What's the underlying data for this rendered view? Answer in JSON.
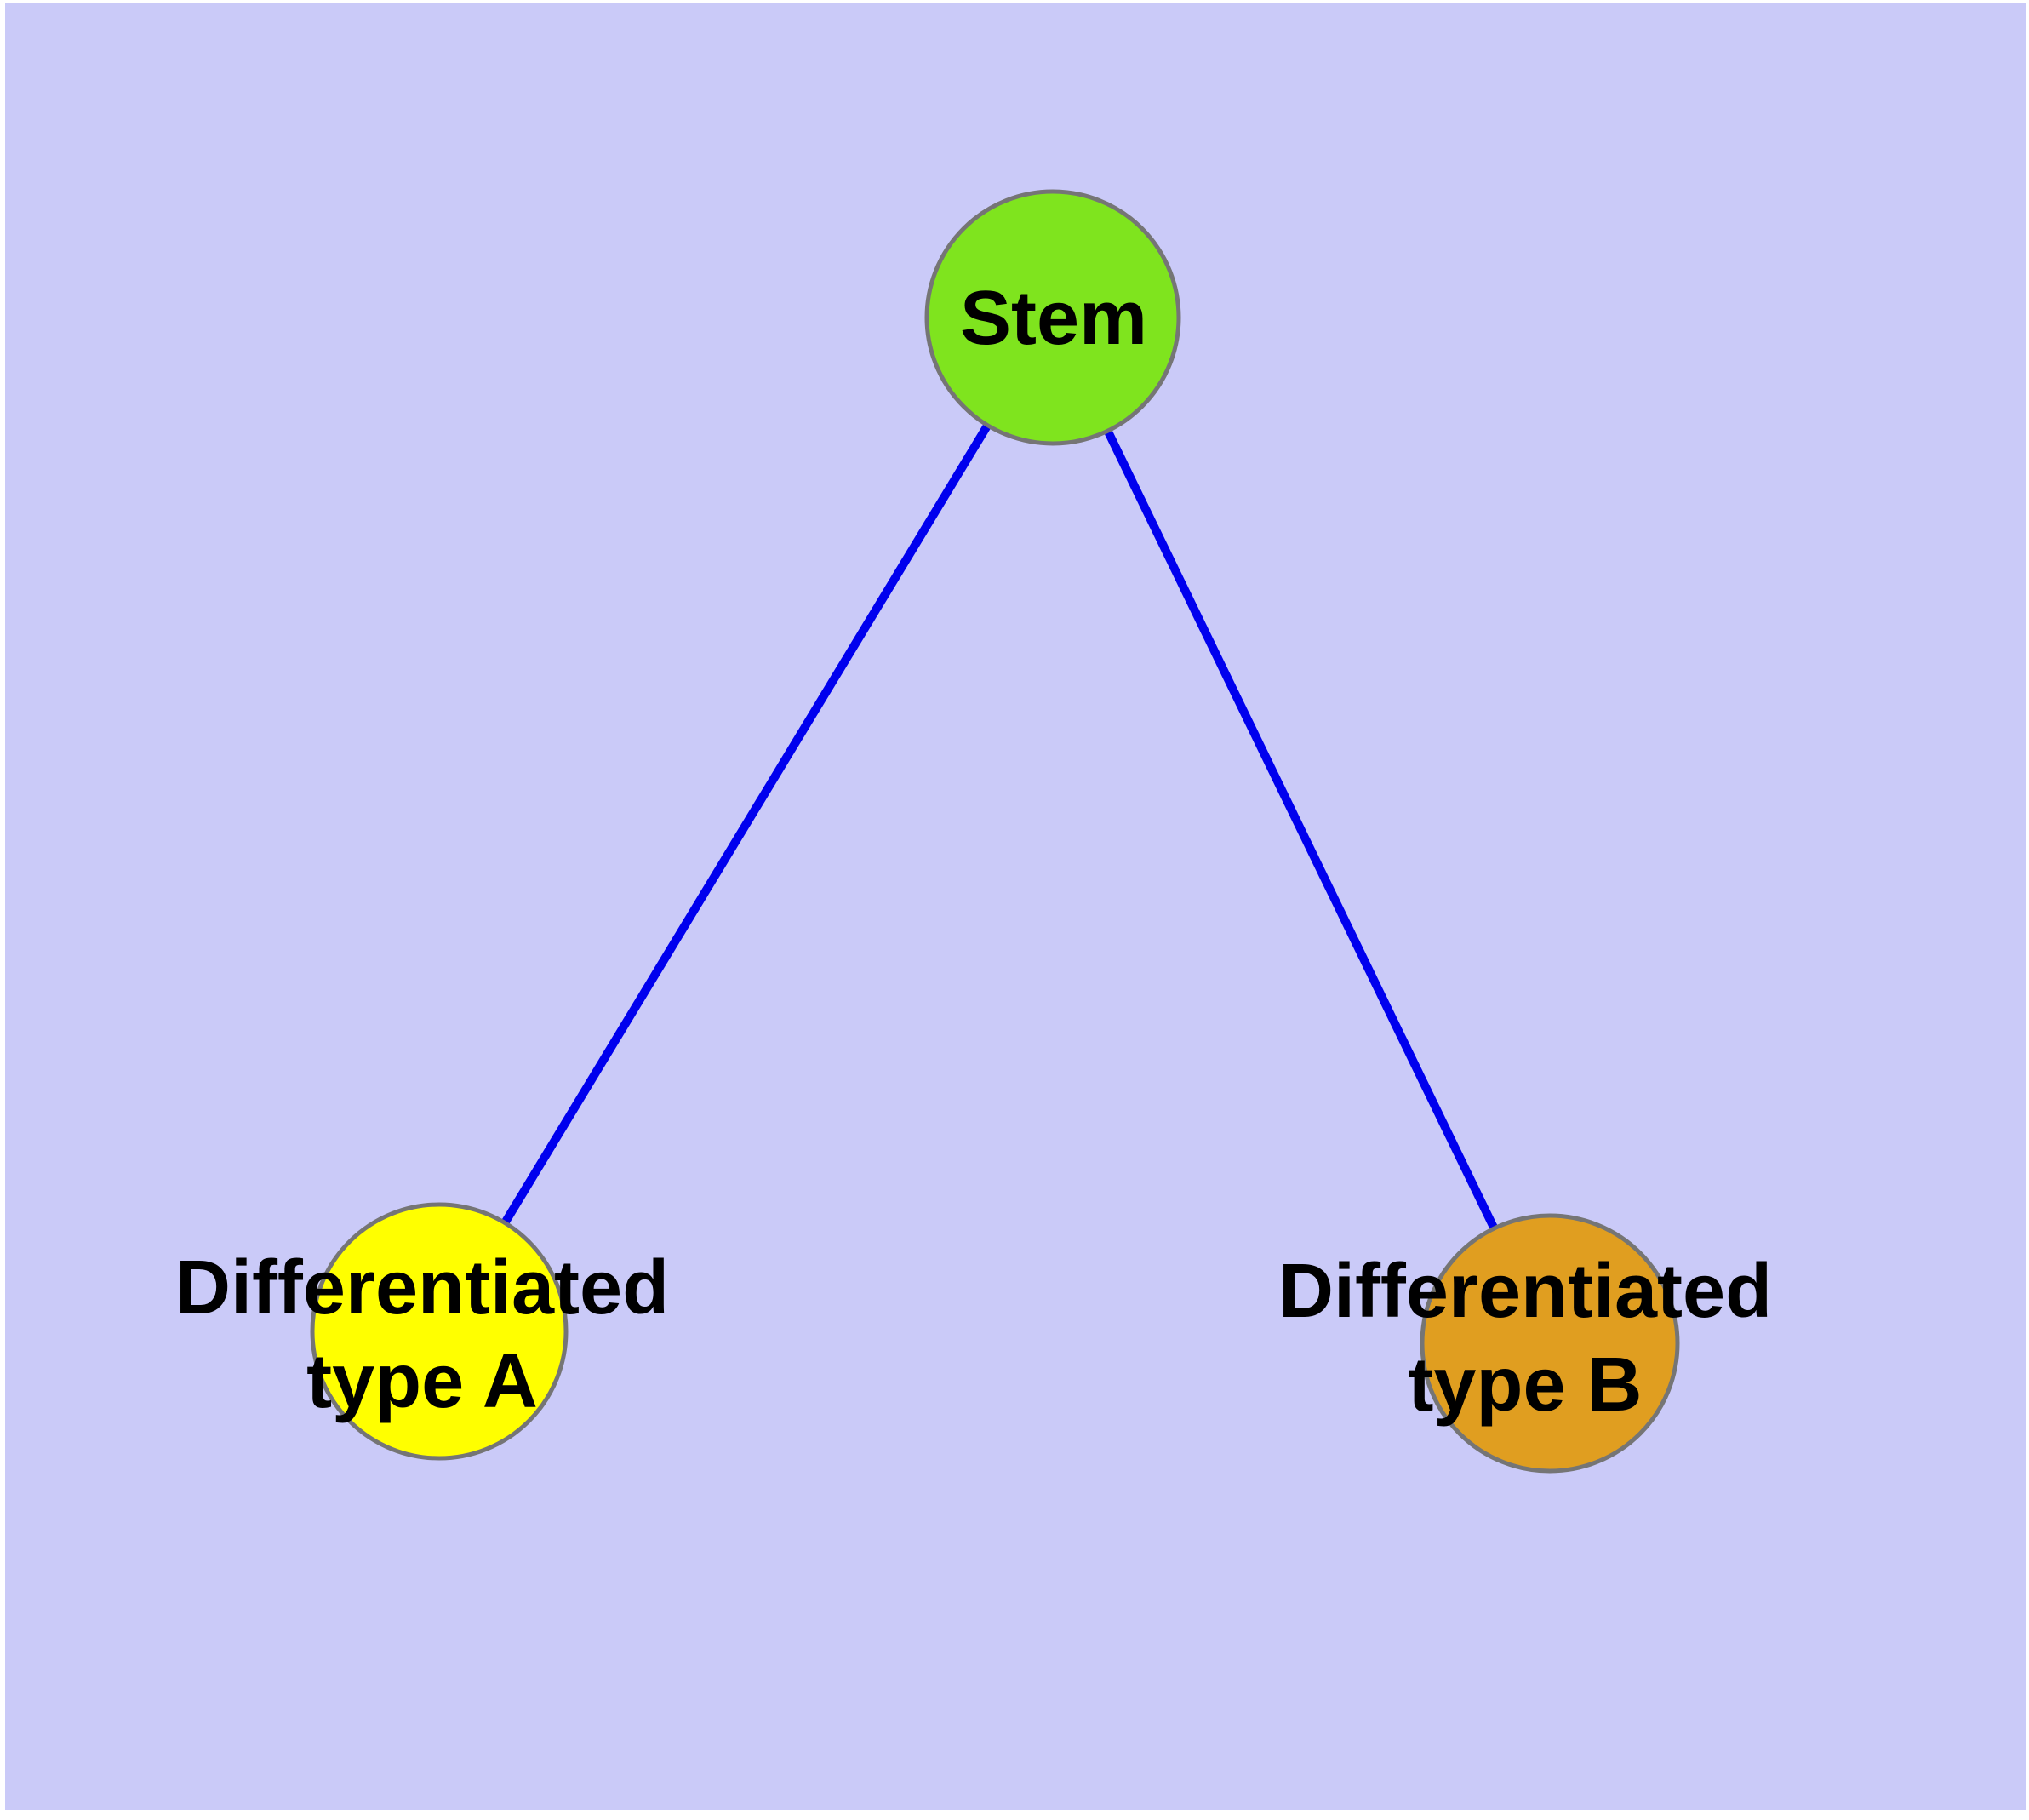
{
  "diagram": {
    "kind": "node-link-graph",
    "background_color": "#cacaf8",
    "margin_color": "#ffffff",
    "node_border_color": "#757575",
    "edge_color": "#0000ee",
    "text_color": "#000000",
    "nodes": [
      {
        "id": "stem",
        "label": "Stem",
        "fill_color": "#7fe41e"
      },
      {
        "id": "differentiated-type-a",
        "label_line1": "Differentiated",
        "label_line2": "type A",
        "fill_color": "#ffff00"
      },
      {
        "id": "differentiated-type-b",
        "label_line1": "Differentiated",
        "label_line2": "type B",
        "fill_color": "#e09e20"
      }
    ],
    "edges": [
      {
        "from": "Stem",
        "to": "Differentiated type A"
      },
      {
        "from": "Stem",
        "to": "Differentiated type B"
      }
    ]
  }
}
